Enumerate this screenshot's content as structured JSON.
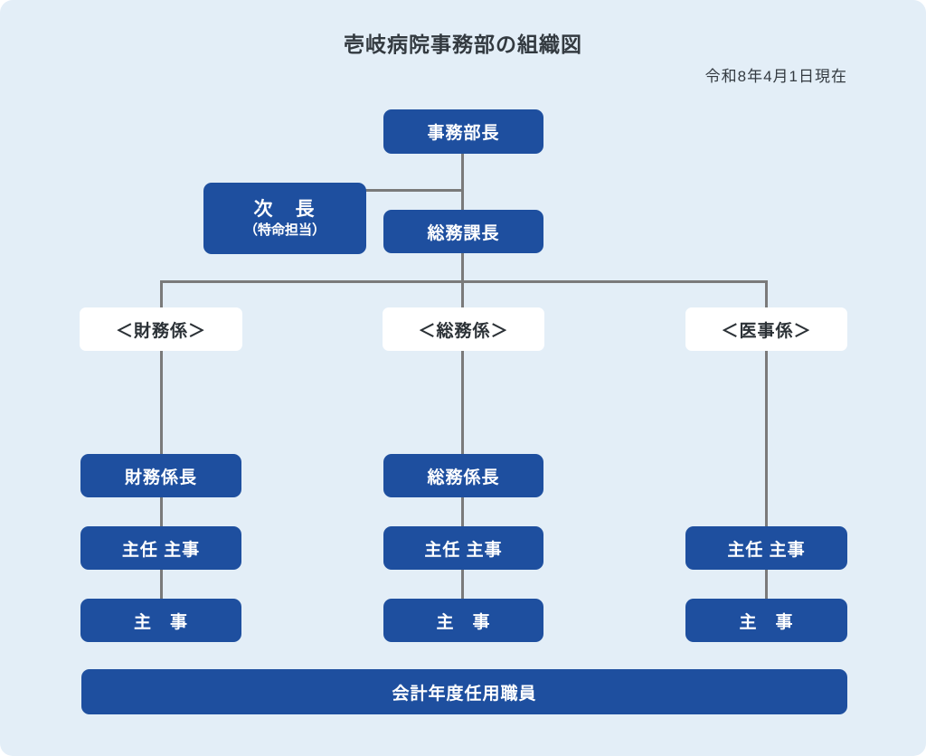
{
  "meta": {
    "title": "壱岐病院事務部の組織図",
    "as_of": "令和8年4月1日現在"
  },
  "colors": {
    "background": "#e3eef7",
    "node_blue": "#1e4f9f",
    "node_white": "#ffffff",
    "connector_gray": "#7a7a7a",
    "title_text": "#333a40",
    "node_text_white": "#ffffff",
    "label_text_dark": "#2b3136"
  },
  "nodes": {
    "director": "事務部長",
    "deputy_line1": "次　長",
    "deputy_line2": "（特命担当）",
    "general_affairs_section_chief": "総務課長",
    "section_label_finance": "＜財務係＞",
    "section_label_general": "＜総務係＞",
    "section_label_medical": "＜医事係＞",
    "finance_subsection_chief": "財務係長",
    "general_subsection_chief": "総務係長",
    "senior_clerk_finance": "主任 主事",
    "senior_clerk_general": "主任 主事",
    "senior_clerk_medical": "主任 主事",
    "clerk_finance": "主　事",
    "clerk_general": "主　事",
    "clerk_medical": "主　事",
    "fiscal_year_staff": "会計年度任用職員"
  }
}
